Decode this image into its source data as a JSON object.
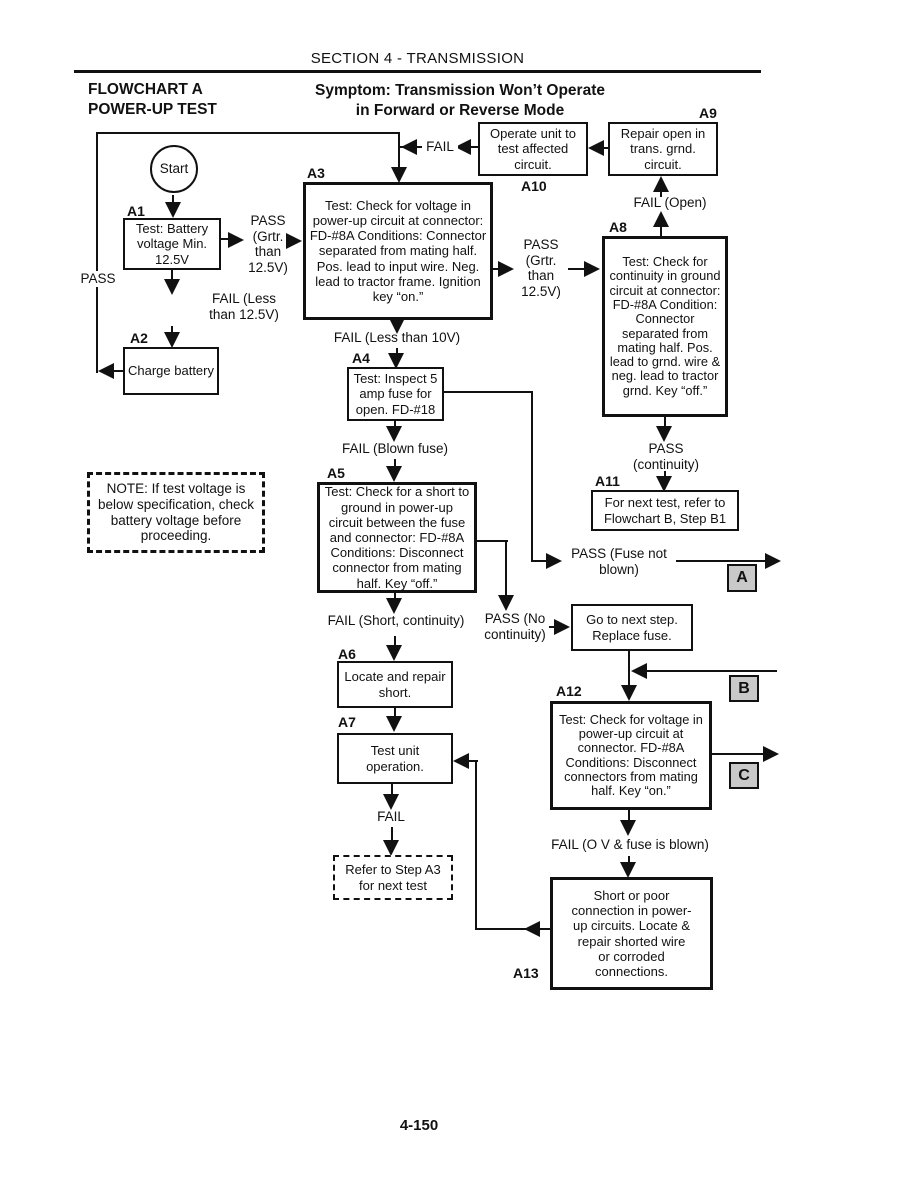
{
  "header": {
    "section_title": "SECTION 4 - TRANSMISSION",
    "flowchart_name": "FLOWCHART A",
    "flowchart_subtitle": "POWER-UP TEST",
    "symptom_line1": "Symptom: Transmission Won’t Operate",
    "symptom_line2": "in Forward or Reverse Mode"
  },
  "footer": {
    "page_number": "4-150"
  },
  "note": {
    "text": "NOTE:  If test voltage is below specification, check battery voltage before proceeding."
  },
  "nodes": {
    "start": {
      "text": "Start"
    },
    "a1": {
      "label": "A1",
      "text": "Test: Battery voltage Min. 12.5V"
    },
    "a2": {
      "label": "A2",
      "text": "Charge battery"
    },
    "a3": {
      "label": "A3",
      "text": "Test:  Check for voltage in power-up circuit at connector: FD-#8A Conditions:  Connector separated from mating half. Pos. lead to input wire. Neg. lead to tractor frame.  Ignition key “on.”"
    },
    "a4": {
      "label": "A4",
      "text": "Test:  Inspect 5 amp fuse for open. FD-#18"
    },
    "a5": {
      "label": "A5",
      "text": "Test:  Check for a short to ground in power-up circuit between the fuse and connector: FD-#8A Conditions:  Disconnect connector from mating half.  Key “off.”"
    },
    "a6": {
      "label": "A6",
      "text": "Locate and repair short."
    },
    "a7": {
      "label": "A7",
      "text": "Test unit operation."
    },
    "a8": {
      "label": "A8",
      "text": "Test:  Check for continuity in ground circuit at connector: FD-#8A Condition: Connector separated from mating half.  Pos. lead to grnd. wire & neg. lead to tractor grnd. Key “off.”"
    },
    "a9": {
      "label": "A9",
      "text": "Repair open in trans. grnd. circuit."
    },
    "a10": {
      "label": "A10",
      "text": "Operate unit to test affected circuit."
    },
    "a11": {
      "label": "A11",
      "text": "For next test, refer to Flowchart B, Step B1"
    },
    "a12": {
      "label": "A12",
      "text": "Test:  Check for voltage in power-up circuit at connector. FD-#8A Conditions: Disconnect connectors from mating half.  Key “on.”"
    },
    "a13": {
      "label": "A13",
      "text": "Short or poor connection in power-up circuits. Locate & repair shorted wire or corroded connections."
    },
    "go_next": {
      "text": "Go to next step. Replace fuse."
    },
    "refer_a3": {
      "text": "Refer to Step A3 for next test"
    }
  },
  "edge_labels": {
    "a1_pass": "PASS (Grtr. than 12.5V)",
    "a1_fail": "FAIL (Less than 12.5V)",
    "a2_pass": "PASS",
    "merge_fail": "FAIL",
    "a3_pass": "PASS (Grtr. than 12.5V)",
    "a3_fail": "FAIL (Less than 10V)",
    "a4_fail": "FAIL (Blown fuse)",
    "a4_pass": "PASS (Fuse not blown)",
    "a5_fail": "FAIL (Short, continuity)",
    "a5_pass": "PASS (No continuity)",
    "a7_fail": "FAIL",
    "a8_fail": "FAIL (Open)",
    "a8_pass": "PASS (continuity)",
    "a12_fail": "FAIL (O V & fuse is blown)"
  },
  "connectors": {
    "a": "A",
    "b": "B",
    "c": "C"
  },
  "colors": {
    "ink": "#111111",
    "paper": "#ffffff",
    "connector_bg": "#c9c9c9"
  }
}
